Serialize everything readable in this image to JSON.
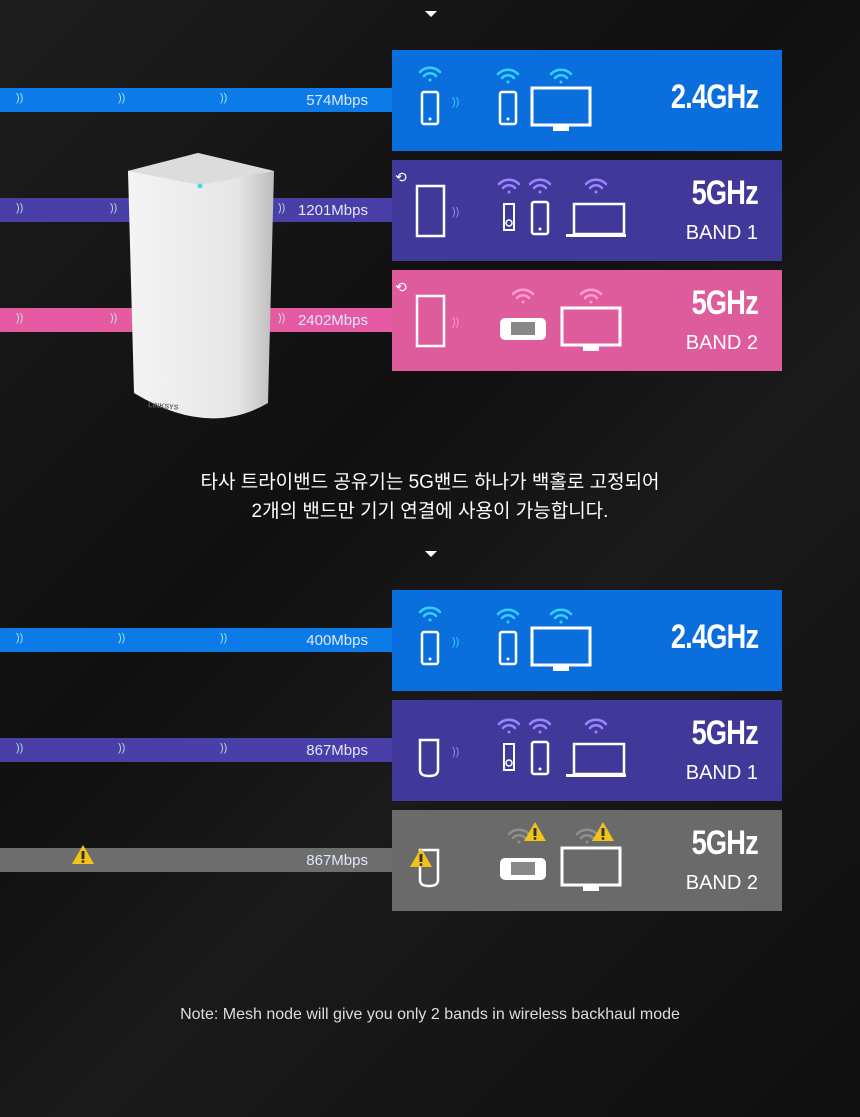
{
  "colors": {
    "blue": "#0a6fdc",
    "purple": "#41399a",
    "pink": "#de5b9c",
    "gray": "#6a6a6a",
    "bar_blue": "#0c7be8",
    "bar_purple": "#4a3fa6",
    "bar_pink": "#e55aa0",
    "bar_gray": "#6e6e6e"
  },
  "router": {
    "brand": "LINKSYS"
  },
  "section1": {
    "rows": [
      {
        "speed": "574Mbps",
        "band": "2.4GHz",
        "sub": "",
        "color": "blue",
        "bar": "bar_blue",
        "devices": [
          "phone",
          "monitor"
        ],
        "node": "phone"
      },
      {
        "speed": "1201Mbps",
        "band": "5GHz",
        "sub": "BAND 1",
        "color": "purple",
        "bar": "bar_purple",
        "devices": [
          "ipod",
          "phone",
          "laptop"
        ],
        "node": "node"
      },
      {
        "speed": "2402Mbps",
        "band": "5GHz",
        "sub": "BAND 2",
        "color": "pink",
        "bar": "bar_pink",
        "devices": [
          "gamepad",
          "monitor"
        ],
        "node": "node"
      }
    ]
  },
  "caption": {
    "line1": "타사 트라이밴드 공유기는 5G밴드 하나가 백홀로 고정되어",
    "line2": "2개의 밴드만 기기 연결에 사용이 가능합니다."
  },
  "section2": {
    "rows": [
      {
        "speed": "400Mbps",
        "band": "2.4GHz",
        "sub": "",
        "color": "blue",
        "bar": "bar_blue",
        "devices": [
          "phone",
          "monitor"
        ],
        "node": "phone"
      },
      {
        "speed": "867Mbps",
        "band": "5GHz",
        "sub": "BAND 1",
        "color": "purple",
        "bar": "bar_purple",
        "devices": [
          "ipod",
          "phone",
          "laptop"
        ],
        "node": "node"
      },
      {
        "speed": "867Mbps",
        "band": "5GHz",
        "sub": "BAND 2",
        "color": "gray",
        "bar": "bar_gray",
        "devices": [
          "gamepad",
          "monitor"
        ],
        "node": "node",
        "warning": true
      }
    ]
  },
  "note": "Note: Mesh node will give you only 2 bands in wireless backhaul mode"
}
